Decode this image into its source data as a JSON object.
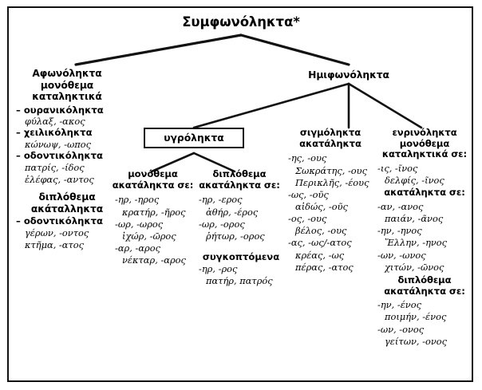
{
  "diagram": {
    "title": "Συμφωνόληκτα*",
    "type": "taxonomy-tree",
    "language": "Greek",
    "root": "Συμφωνόληκτα*"
  },
  "aphonolekta": {
    "heading_line1": "Αφωνόληκτα",
    "heading_line2": "μονόθεμα",
    "heading_line3": "καταληκτικά",
    "groups": [
      {
        "label": "– ουρανικόληκτα",
        "example": "φύλαξ, -ακος"
      },
      {
        "label": "– χειλικόληκτα",
        "example": "κώνωψ, -ωπος"
      },
      {
        "label": "– οδοντικόληκτα",
        "example": "πατρίς, -ίδος",
        "example2": "ἐλέφας, -αντος"
      }
    ],
    "second_heading_line1": "διπλόθεμα",
    "second_heading_line2": "ακάταλληκτα",
    "second_groups": [
      {
        "label": "– οδοντικόληκτα",
        "example": "γέρων, -οντος",
        "example2": "κτῆμα, -ατος"
      }
    ]
  },
  "imiphonolekta": {
    "heading": "Ημιφωνόληκτα"
  },
  "ygrolekta": {
    "box_label": "υγρόληκτα",
    "monothema": {
      "heading_line1": "μονόθεμα",
      "heading_line2": "ακατάληκτα σε:",
      "entries": [
        {
          "ending": "-ηρ, -ηρος",
          "word": "κρατήρ, -ῆρος"
        },
        {
          "ending": "-ωρ, -ωρος",
          "word": "ἰχώρ, -ῶρος"
        },
        {
          "ending": "-αρ, -αρος",
          "word": "νέκταρ, -αρος"
        }
      ]
    },
    "diplothema": {
      "heading_line1": "διπλόθεμα",
      "heading_line2": "ακατάληκτα σε:",
      "entries": [
        {
          "ending": "-ηρ, -ερος",
          "word": "ἀθήρ, -έρος"
        },
        {
          "ending": "-ωρ, -ορος",
          "word": "ῥήτωρ, -ορος"
        }
      ],
      "sub_heading": "συγκοπτόμενα",
      "sub_entries": [
        {
          "ending": "-ηρ, -ρος",
          "word": "πατήρ, πατρός"
        }
      ]
    }
  },
  "sigmolekta": {
    "heading_line1": "σιγμόληκτα",
    "heading_line2": "ακατάληκτα",
    "entries": [
      {
        "ending": "-ης, -ους",
        "word": "Σωκράτης, -ους",
        "word2": "Περικλῆς, -έους"
      },
      {
        "ending": "-ως, -οῦς",
        "word": "αἰδώς, -οῦς"
      },
      {
        "ending": "-ος, -ους",
        "word": "βέλος, -ους"
      },
      {
        "ending": "-ας, -ως/-ατος",
        "word": "κρέας, -ως",
        "word2": "πέρας, -ατος"
      }
    ]
  },
  "enrinolekta": {
    "heading_line1": "ενρινόληκτα",
    "heading_line2": "μονόθεμα",
    "heading_line3": "καταληκτικά σε:",
    "katalektika_entries": [
      {
        "ending": "-ις, -ῖνος",
        "word": "δελφίς, -ῖνος"
      }
    ],
    "akatalekta_heading": "ακατάληκτα σε:",
    "akatalekta_entries": [
      {
        "ending": "-αν, -ανος",
        "word": "παιάν, -ᾶνος"
      },
      {
        "ending": "-ην, -ηνος",
        "word": "Ἕλλην, -ηνος"
      },
      {
        "ending": "-ων, -ωνος",
        "word": "χιτών, -ῶνος"
      }
    ],
    "diplothema_heading_line1": "διπλόθεμα",
    "diplothema_heading_line2": "ακατάληκτα σε:",
    "diplothema_entries": [
      {
        "ending": "-ην, -ένος",
        "word": "ποιμήν, -ένος"
      },
      {
        "ending": "-ων, -ονος",
        "word": "γείτων, -ονος"
      }
    ]
  },
  "colors": {
    "ink": "#111111",
    "paper": "#ffffff"
  }
}
